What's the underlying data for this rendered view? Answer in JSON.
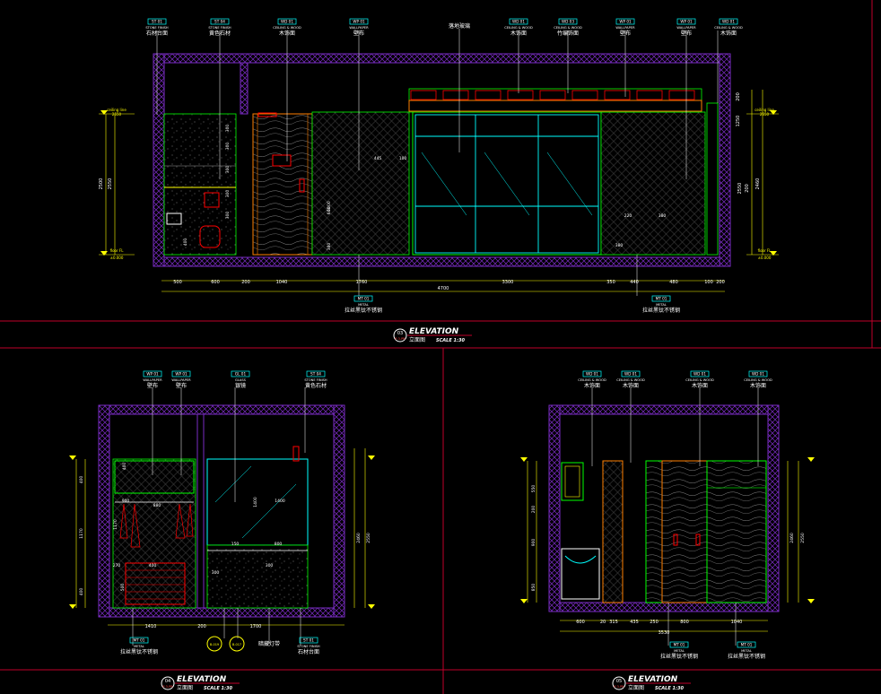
{
  "colors": {
    "background": "#000000",
    "divider": "#c0002a",
    "wall": "#7a2cc4",
    "dim": "#ffff00",
    "tag": "#00ffff",
    "glass": "#00ffff",
    "frame": "#00ff00",
    "door": "#ff7f00",
    "text": "#ffffff",
    "accent": "#ff0000"
  },
  "top": {
    "tags": [
      {
        "code": "ST 01",
        "sub": "STONE FINISH",
        "label": "石材台面"
      },
      {
        "code": "ST 04",
        "sub": "STONE FINISH",
        "label": "黄色石材"
      },
      {
        "code": "WD 01",
        "sub": "CEILING & WOOD",
        "label": "木饰面"
      },
      {
        "code": "WP 01",
        "sub": "WALLPAPER",
        "label": "壁布"
      },
      {
        "code": "",
        "sub": "",
        "label": "落地玻璃"
      },
      {
        "code": "WD 01",
        "sub": "CEILING & WOOD",
        "label": "木饰面"
      },
      {
        "code": "WD 03",
        "sub": "CEILING & WOOD",
        "label": "竹编饰面"
      },
      {
        "code": "WP 01",
        "sub": "WALLPAPER",
        "label": "壁布"
      },
      {
        "code": "WP 01",
        "sub": "WALLPAPER",
        "label": "壁布"
      },
      {
        "code": "WD 01",
        "sub": "CEILING & WOOD",
        "label": "木饰面"
      }
    ],
    "left_levels": [
      {
        "label": "ceiling line",
        "value": "2550"
      },
      {
        "label": "floor FL",
        "value": "±0.000"
      }
    ],
    "left_heights": [
      "2500",
      "2550"
    ],
    "right_dims": [
      "200",
      "1250",
      "200",
      "2460",
      "2550"
    ],
    "inner_dims": [
      "300",
      "300",
      "300",
      "300",
      "300",
      "600",
      "400",
      "1000",
      "380",
      "445",
      "100",
      "220",
      "380",
      "380"
    ],
    "bottom_dims": [
      "500",
      "600",
      "200",
      "1040",
      "1760",
      "3300",
      "350",
      "440",
      "480",
      "100",
      "200"
    ],
    "total_dim": "4700",
    "metal_tags": [
      {
        "code": "MT 01",
        "sub": "METAL",
        "label": "拉丝黑钛不锈钢"
      },
      {
        "code": "MT 01",
        "sub": "METAL",
        "label": "拉丝黑钛不锈钢"
      }
    ],
    "title": {
      "num": "03",
      "ref": "P-3-PR",
      "main": "ELEVATION",
      "cn": "立面图",
      "scale": "SCALE 1:30"
    }
  },
  "bottom_left": {
    "tags": [
      {
        "code": "WP 01",
        "sub": "WALLPAPER",
        "label": "壁布"
      },
      {
        "code": "WP 01",
        "sub": "WALLPAPER",
        "label": "壁布"
      },
      {
        "code": "GL 01",
        "sub": "GLASS",
        "label": "银镜"
      },
      {
        "code": "ST 04",
        "sub": "STONE FINISH",
        "label": "黄色石材"
      }
    ],
    "inner_dims": [
      "400",
      "1170",
      "880",
      "900",
      "1400",
      "150",
      "800",
      "270",
      "500",
      "400",
      "300",
      "1400",
      "300"
    ],
    "bottom_dims": [
      "1410",
      "200",
      "1700"
    ],
    "metal_tags": [
      {
        "code": "MT 01",
        "sub": "METAL",
        "label": "拉丝黑钛不锈钢"
      },
      {
        "code": "",
        "sub": "",
        "label": "暗藏灯带"
      },
      {
        "code": "ST 01",
        "sub": "STONE FINISH",
        "label": "石材台面"
      }
    ],
    "callouts": [
      "B-019",
      "B-017"
    ],
    "title": {
      "num": "04",
      "ref": "P-3-PR",
      "main": "ELEVATION",
      "cn": "立面图",
      "scale": "SCALE 1:30"
    }
  },
  "bottom_right": {
    "tags": [
      {
        "code": "WD 01",
        "sub": "CEILING & WOOD",
        "label": "木饰面"
      },
      {
        "code": "WD 01",
        "sub": "CEILING & WOOD",
        "label": "木饰面"
      },
      {
        "code": "WD 01",
        "sub": "CEILING & WOOD",
        "label": "木饰面"
      },
      {
        "code": "WD 01",
        "sub": "CEILING & WOOD",
        "label": "木饰面"
      }
    ],
    "inner_dims": [
      "550",
      "200",
      "900",
      "850"
    ],
    "bottom_dims": [
      "600",
      "20",
      "315",
      "435",
      "250",
      "800",
      "1040"
    ],
    "total_dim": "3530",
    "metal_tags": [
      {
        "code": "MT 01",
        "sub": "METAL",
        "label": "拉丝黑钛不锈钢"
      },
      {
        "code": "MT 01",
        "sub": "METAL",
        "label": "拉丝黑钛不锈钢"
      }
    ],
    "title": {
      "num": "05",
      "ref": "P-3-PR",
      "main": "ELEVATION",
      "cn": "立面图",
      "scale": "SCALE 1:30"
    }
  }
}
